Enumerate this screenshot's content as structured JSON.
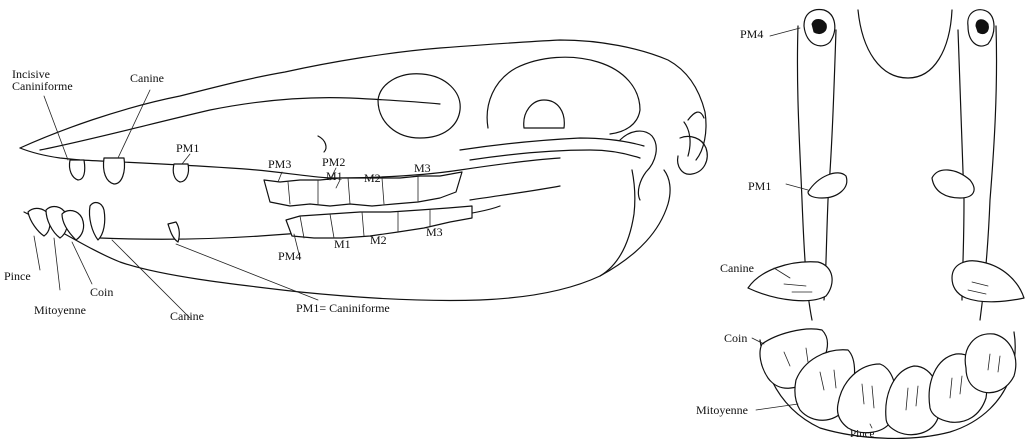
{
  "skull_labels": {
    "incisive_line1": "Incisive",
    "incisive_line2": "Caniniforme",
    "canine_upper": "Canine",
    "pm1_upper": "PM1",
    "pm3_upper": "PM3",
    "pm2_upper": "PM2",
    "m1_upper": "M1",
    "m2_upper": "M2",
    "m3_upper": "M3",
    "m1_lower": "M1",
    "m2_lower": "M2",
    "m3_lower": "M3",
    "pm4_lower": "PM4",
    "pince": "Pince",
    "coin": "Coin",
    "mitoyenne": "Mitoyenne",
    "canine_lower": "Canine",
    "pm1_caniniforme": "PM1= Caniniforme"
  },
  "jaw_labels": {
    "pm4": "PM4",
    "pm1": "PM1",
    "canine": "Canine",
    "coin": "Coin",
    "mitoyenne": "Mitoyenne",
    "pince": "Pince"
  }
}
